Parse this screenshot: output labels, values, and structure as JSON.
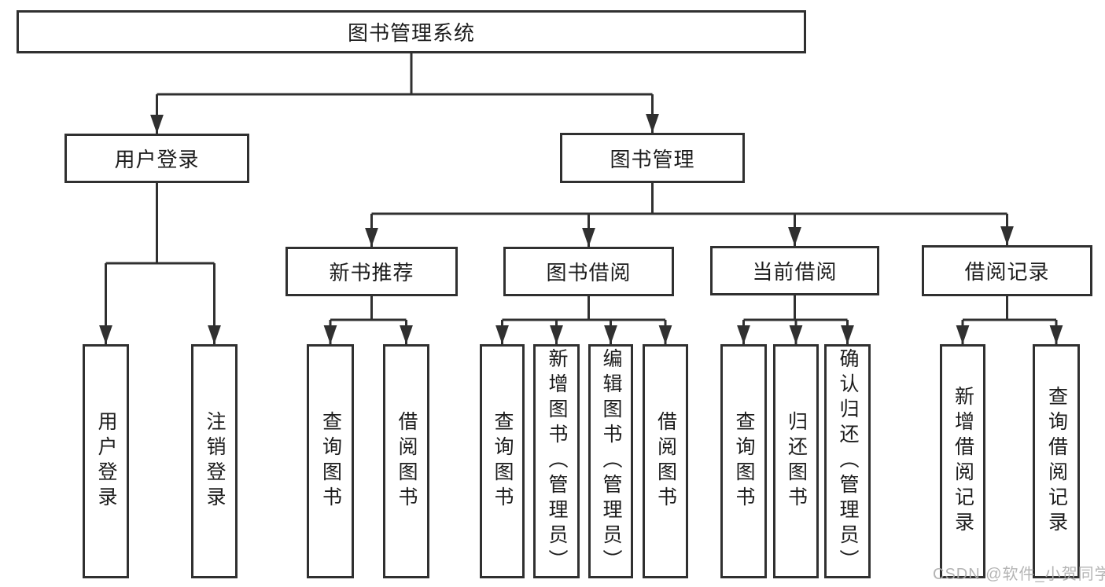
{
  "tree": {
    "root": {
      "label": "图书管理系统"
    },
    "branches": [
      {
        "label": "用户登录",
        "children": [
          {
            "label": "用户登录"
          },
          {
            "label": "注销登录"
          }
        ]
      },
      {
        "label": "图书管理",
        "children": [
          {
            "label": "新书推荐",
            "children": [
              {
                "label": "查询图书"
              },
              {
                "label": "借阅图书"
              }
            ]
          },
          {
            "label": "图书借阅",
            "children": [
              {
                "label": "查询图书"
              },
              {
                "label": "新增图书（管理员）"
              },
              {
                "label": "编辑图书（管理员）"
              },
              {
                "label": "借阅图书"
              }
            ]
          },
          {
            "label": "当前借阅",
            "children": [
              {
                "label": "查询图书"
              },
              {
                "label": "归还图书"
              },
              {
                "label": "确认归还（管理员）"
              }
            ]
          },
          {
            "label": "借阅记录",
            "children": [
              {
                "label": "新增借阅记录"
              },
              {
                "label": "查询借阅记录"
              }
            ]
          }
        ]
      }
    ]
  },
  "watermark": {
    "label": "CSDN @软件_小贺同学"
  },
  "colors": {
    "line": "#303030",
    "box_border": "#303030",
    "text": "#1c1c1c",
    "watermark": "#aeaeae",
    "background": "#ffffff"
  }
}
